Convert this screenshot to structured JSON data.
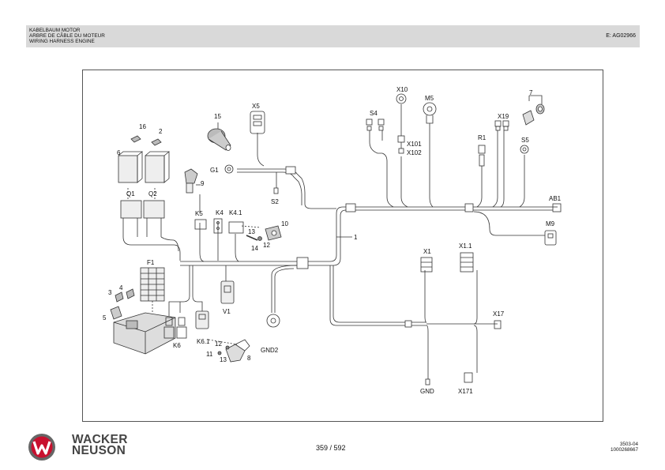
{
  "header": {
    "title_de": "KABELBAUM MOTOR",
    "title_fr": "ARBRE DE CÂBLE DU MOTEUR",
    "title_en": "WIRING HARNESS ENGINE",
    "code": "E: AG02966"
  },
  "diagram": {
    "labels": {
      "x10": "X10",
      "m5": "M5",
      "x5": "X5",
      "s4": "S4",
      "l7": "7",
      "x19": "X19",
      "l15": "15",
      "l16": "16",
      "l2": "2",
      "l6": "6",
      "x101": "X101",
      "x102": "X102",
      "r1": "R1",
      "s5": "S5",
      "g1": "G1",
      "l9": "9",
      "s2": "S2",
      "q1": "Q1",
      "q2": "Q2",
      "ab1": "AB1",
      "k5": "K5",
      "k4": "K4",
      "k41": "K4.1",
      "l10": "10",
      "m9": "M9",
      "l13a": "13",
      "l12a": "12",
      "l14": "14",
      "l1": "1",
      "x1": "X1",
      "x11": "X1.1",
      "f1": "F1",
      "l3": "3",
      "l4": "4",
      "v1": "V1",
      "l5": "5",
      "x17": "X17",
      "gnd2": "GND2",
      "k6": "K6",
      "k61": "K6.1",
      "l12b": "12",
      "l11": "11",
      "l13b": "13",
      "l8": "8",
      "gnd": "GND",
      "x171": "X171"
    }
  },
  "footer": {
    "brand_line1": "WACKER",
    "brand_line2": "NEUSON",
    "page": "359 / 592",
    "doc_line1": "3503-04",
    "doc_line2": "1000268667"
  }
}
